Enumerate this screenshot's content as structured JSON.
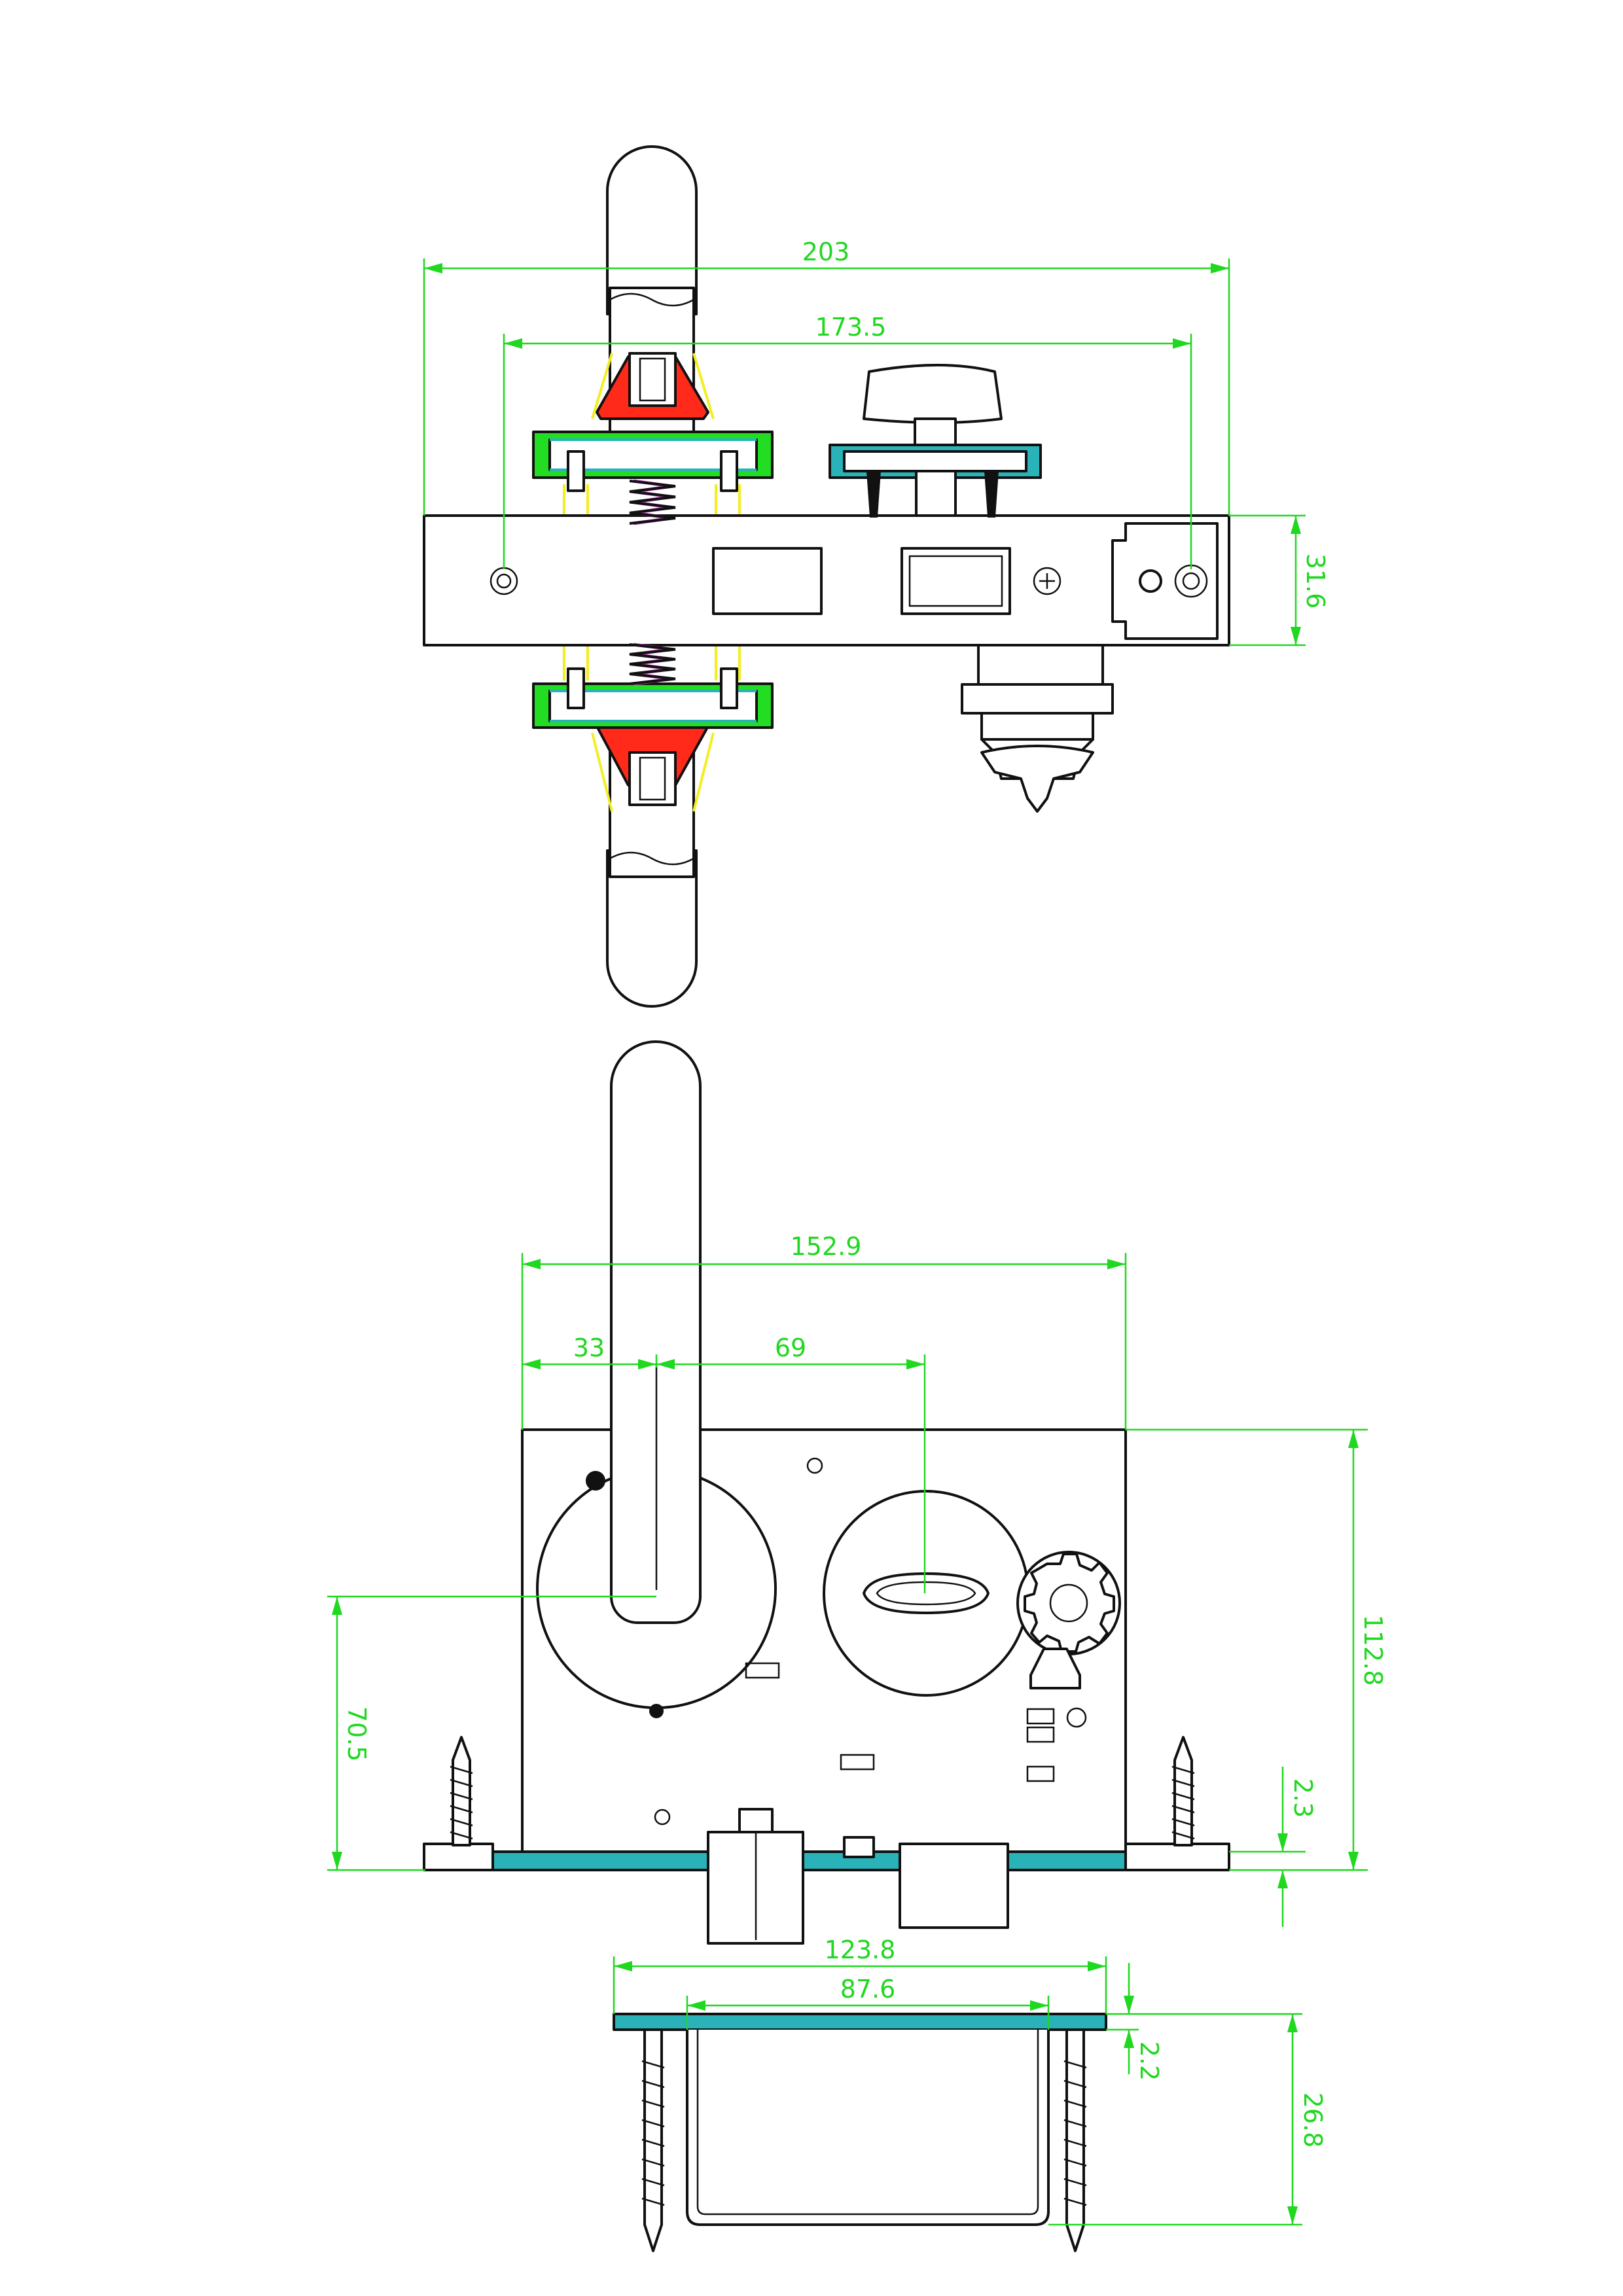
{
  "colors": {
    "dimension": "#1fd81f",
    "outline": "#111111",
    "section_red": "#ff2a1a",
    "section_green": "#22dd22",
    "section_cyan": "#29b3b8",
    "yellow_lines": "#f2ee22",
    "spring_magenta": "#c23cc2",
    "hatch_pink": "#e65a9a"
  },
  "dimensions": {
    "top_overall_width": "203",
    "top_center_distance": "173.5",
    "top_body_height": "31.6",
    "front_total_width": "152.9",
    "front_backset": "33",
    "front_handle_to_cylinder": "69",
    "front_handle_height": "70.5",
    "front_total_height": "112.8",
    "front_faceplate_thickness": "2.3",
    "strike_total_width": "123.8",
    "strike_inner_width": "87.6",
    "strike_depth": "26.8",
    "strike_plate_thickness": "2.2"
  }
}
